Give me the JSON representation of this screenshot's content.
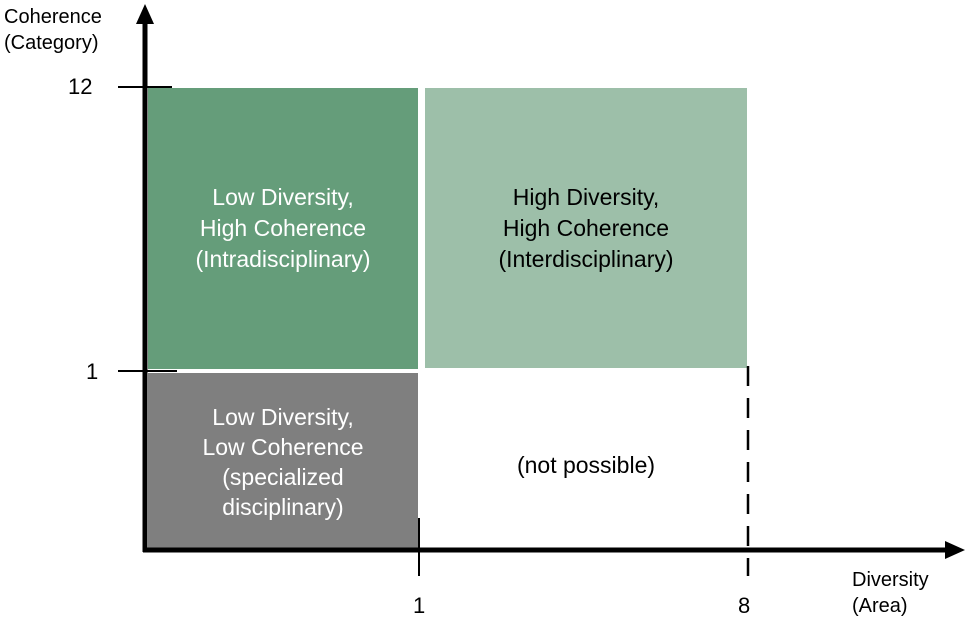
{
  "axes": {
    "y_title_line1": "Coherence",
    "y_title_line2": "(Category)",
    "x_title_line1": "Diversity",
    "x_title_line2": "(Area)",
    "y_ticks": [
      "12",
      "1"
    ],
    "x_ticks": [
      "1",
      "8"
    ]
  },
  "quadrants": {
    "top_left": {
      "lines": [
        "Low Diversity,",
        "High Coherence",
        "(Intradisciplinary)"
      ],
      "fill": "#659d7a",
      "text_color": "#ffffff"
    },
    "top_right": {
      "lines": [
        "High Diversity,",
        "High Coherence",
        "(Interdisciplinary)"
      ],
      "fill": "#9dbfa9",
      "text_color": "#000000"
    },
    "bottom_left": {
      "lines": [
        "Low Diversity,",
        "Low Coherence",
        "(specialized",
        "disciplinary)"
      ],
      "fill": "#7f7f7f",
      "text_color": "#ffffff"
    },
    "bottom_right": {
      "lines": [
        "(not possible)"
      ],
      "fill": "#ffffff",
      "text_color": "#000000"
    }
  }
}
